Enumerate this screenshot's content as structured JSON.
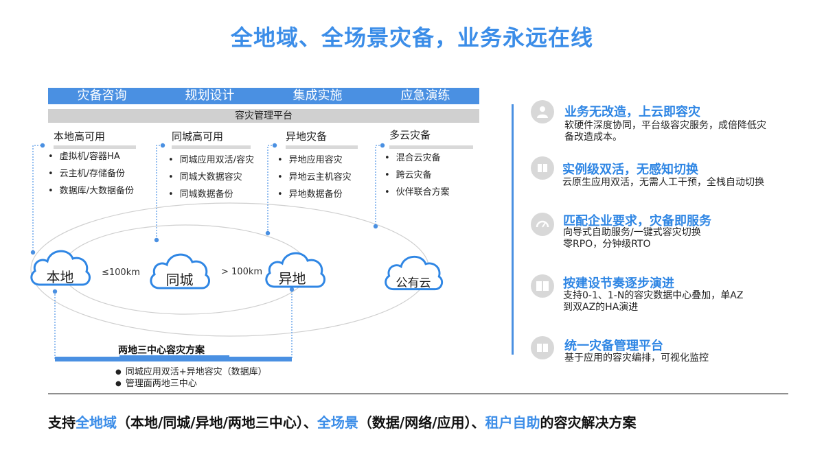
{
  "title": "全地域、全场景灾备，业务永远在线",
  "services": [
    "灾备咨询",
    "规划设计",
    "集成实施",
    "应急演练"
  ],
  "platform": "容灾管理平台",
  "scenarios": [
    {
      "title": "本地高可用",
      "items": [
        "虚拟机/容器HA",
        "云主机/存储备份",
        "数据库/大数据备份"
      ]
    },
    {
      "title": "同城高可用",
      "items": [
        "同城应用双活/容灾",
        "同城大数据容灾",
        "同城数据备份"
      ]
    },
    {
      "title": "异地灾备",
      "items": [
        "异地应用容灾",
        "异地云主机容灾",
        "异地数据备份"
      ]
    },
    {
      "title": "多云灾备",
      "items": [
        "混合云灾备",
        "跨云灾备",
        "伙伴联合方案"
      ]
    }
  ],
  "clouds": [
    "本地",
    "同城",
    "异地",
    "公有云"
  ],
  "distances": [
    "≤100km",
    "> 100km"
  ],
  "dual_site": {
    "title": "两地三中心容灾方案",
    "items": [
      "同城应用双活+异地容灾（数据库）",
      "管理面两地三中心"
    ]
  },
  "features": [
    {
      "title": "业务无改造，上云即容灾",
      "desc": [
        "软硬件深度协同，平台级容灾服务，成倍降低灾",
        "备改造成本。"
      ],
      "icon": "user-icon"
    },
    {
      "title": "实例级双活，无感知切换",
      "desc": [
        "云原生应用双活，无需人工干预，全栈自动切换"
      ],
      "icon": "book-icon"
    },
    {
      "title": "匹配企业要求，灾备即服务",
      "desc": [
        "向导式自助服务/一键式容灾切换",
        "零RPO，分钟级RTO"
      ],
      "icon": "gauge-icon"
    },
    {
      "title": "按建设节奏逐步演进",
      "desc": [
        "支持0-1、1-N的容灾数据中心叠加，单AZ",
        "到双AZ的HA演进"
      ],
      "icon": "servers-icon"
    },
    {
      "title": "统一灾备管理平台",
      "desc": [
        "基于应用的容灾编排，可视化监控"
      ],
      "icon": "platform-icon"
    }
  ],
  "summary": {
    "p1": "支持",
    "h1": "全地域",
    "p2": "（本地/同城/异地/两地三中心）、",
    "h2": "全场景",
    "p3": "（数据/网络/应用）、",
    "h3": "租户自助",
    "p4": "的容灾解决方案"
  },
  "colors": {
    "accent": "#3b8de8",
    "bar": "#4a90e2",
    "platform": "#d0d0d0",
    "icon_bg": "#d8d8d8"
  }
}
